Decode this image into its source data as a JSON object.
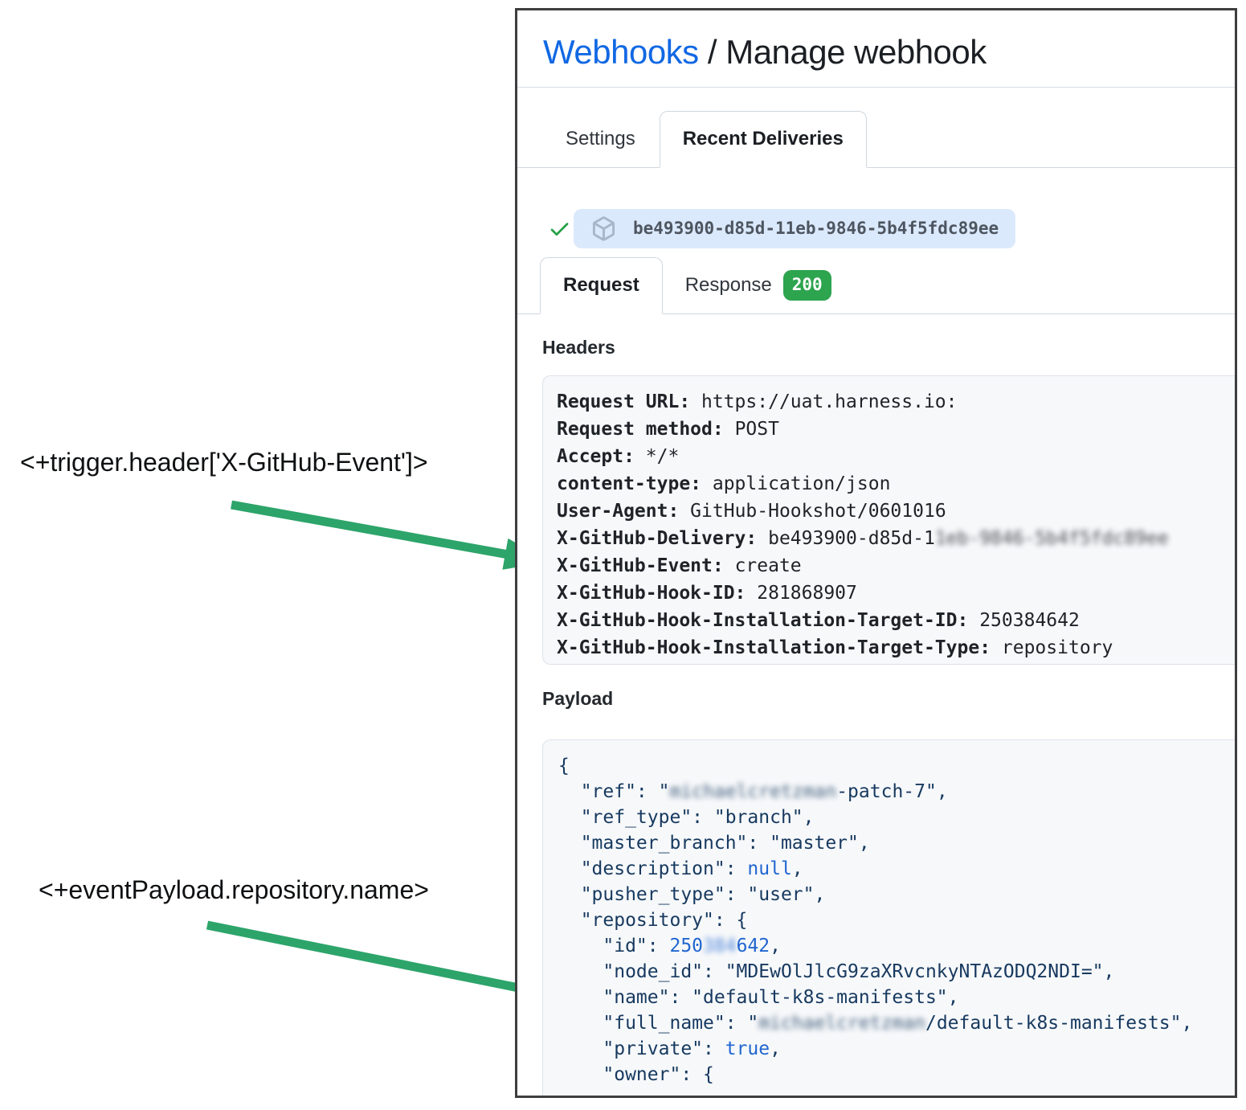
{
  "colors": {
    "link_blue": "#1168e3",
    "text_dark": "#1b1f24",
    "green_check": "#26a148",
    "badge_green": "#2da44e",
    "arrow_green": "#2da46a",
    "pill_bg": "#dbe9fc",
    "code_bg": "#f6f8fa",
    "code_navy": "#17395f",
    "code_blue": "#2166d0"
  },
  "header": {
    "breadcrumb_link": "Webhooks",
    "separator": " / ",
    "title": "Manage webhook"
  },
  "tabs": {
    "settings": "Settings",
    "recent_deliveries": "Recent Deliveries"
  },
  "delivery": {
    "id": "be493900-d85d-11eb-9846-5b4f5fdc89ee"
  },
  "subtabs": {
    "request": "Request",
    "response": "Response",
    "response_status": "200"
  },
  "headers_section": {
    "heading": "Headers",
    "lines": [
      {
        "key": "Request URL:",
        "value": "https://uat.harness.io:"
      },
      {
        "key": "Request method:",
        "value": "POST"
      },
      {
        "key": "Accept:",
        "value": "*/*"
      },
      {
        "key": "content-type:",
        "value": "application/json"
      },
      {
        "key": "User-Agent:",
        "value": "GitHub-Hookshot/0601016"
      },
      {
        "key": "X-GitHub-Delivery:",
        "value": "be493900-d85d-1",
        "redacted": "1eb-9846-5b4f5fdc89ee"
      },
      {
        "key": "X-GitHub-Event:",
        "value": "create"
      },
      {
        "key": "X-GitHub-Hook-ID:",
        "value": "281868907"
      },
      {
        "key": "X-GitHub-Hook-Installation-Target-ID:",
        "value": "250384642"
      },
      {
        "key": "X-GitHub-Hook-Installation-Target-Type:",
        "value": "repository"
      }
    ]
  },
  "payload_section": {
    "heading": "Payload",
    "lines": [
      {
        "seg": [
          {
            "t": "{"
          }
        ]
      },
      {
        "seg": [
          {
            "t": "  \"ref\": \""
          },
          {
            "t": "michaelcretzman",
            "blur": true
          },
          {
            "t": "-patch-7\","
          }
        ]
      },
      {
        "seg": [
          {
            "t": "  \"ref_type\": \"branch\","
          }
        ]
      },
      {
        "seg": [
          {
            "t": "  \"master_branch\": \"master\","
          }
        ]
      },
      {
        "seg": [
          {
            "t": "  \"description\": "
          },
          {
            "t": "null",
            "c": "b"
          },
          {
            "t": ","
          }
        ]
      },
      {
        "seg": [
          {
            "t": "  \"pusher_type\": \"user\","
          }
        ]
      },
      {
        "seg": [
          {
            "t": "  \"repository\": {"
          }
        ]
      },
      {
        "seg": [
          {
            "t": "    \"id\": "
          },
          {
            "t": "250",
            "c": "b"
          },
          {
            "t": "384",
            "c": "b",
            "blur": true
          },
          {
            "t": "642",
            "c": "b"
          },
          {
            "t": ","
          }
        ]
      },
      {
        "seg": [
          {
            "t": "    \"node_id\": \"MDEwOlJlcG9zaXRvcnkyNTAzODQ2NDI=\","
          }
        ]
      },
      {
        "seg": [
          {
            "t": "    \"name\": \"default-k8s-manifests\","
          }
        ]
      },
      {
        "seg": [
          {
            "t": "    \"full_name\": \""
          },
          {
            "t": "michaelcretzman",
            "blur": true
          },
          {
            "t": "/default-k8s-manifests\","
          }
        ]
      },
      {
        "seg": [
          {
            "t": "    \"private\": "
          },
          {
            "t": "true",
            "c": "b"
          },
          {
            "t": ","
          }
        ]
      },
      {
        "seg": [
          {
            "t": "    \"owner\": {"
          }
        ]
      }
    ]
  },
  "annotations": {
    "trigger_header": "<+trigger.header['X-GitHub-Event']>",
    "event_payload": "<+eventPayload.repository.name>"
  }
}
